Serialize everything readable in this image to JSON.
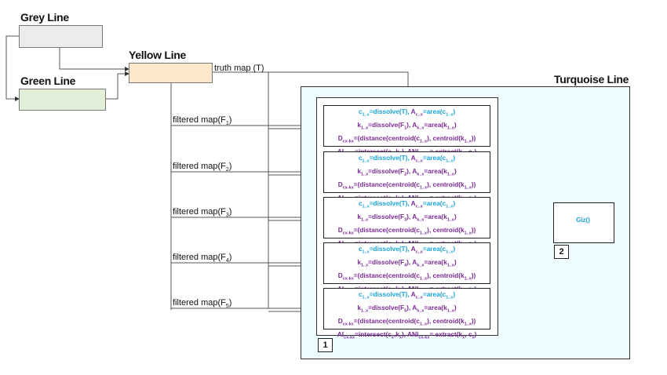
{
  "lanes": {
    "grey": {
      "title": "Grey Line",
      "fill": "#ececec"
    },
    "green": {
      "title": "Green Line",
      "fill": "#e2efd9"
    },
    "yellow": {
      "title": "Yellow Line",
      "fill": "#fde9c9"
    },
    "turquoise": {
      "title": "Turquoise Line",
      "fill": "#eefcff"
    }
  },
  "edges": {
    "truth": "truth map (T)",
    "filtered_prefix": "filtered map(F",
    "filtered_suffix": ")",
    "filtered_index": [
      "1",
      "2",
      "3",
      "4",
      "5"
    ]
  },
  "calc_boxes": [
    {
      "idx": "1"
    },
    {
      "idx": "2"
    },
    {
      "idx": "3"
    },
    {
      "idx": "4"
    },
    {
      "idx": "5"
    }
  ],
  "formula": {
    "l1_a": "c",
    "l1_a_sub": "1..x",
    "l1_b": "=dissolve(T), ",
    "l1_c": "A",
    "l1_c_sub": "c..x",
    "l1_d": "=area(c",
    "l1_d_sub": "1..x",
    "l1_e": ")",
    "l2_a": "k",
    "l2_a_sub": "1..x",
    "l2_b": "=dissolve(F",
    "l2_c": "), ",
    "l2_d": "A",
    "l2_d_sub": "k..x",
    "l2_e": "=area(k",
    "l2_e_sub": "1..x",
    "l2_f": ")",
    "l3_a": "D",
    "l3_a_sub": "cx-kx",
    "l3_b": "=(distance(centroid(c",
    "l3_b_sub": "1..x",
    "l3_c": "), centroid(k",
    "l3_c_sub": "1..x",
    "l3_d": "))",
    "l4_a": "AI",
    "l4_a_sub": "cx-kx",
    "l4_b": "=intersect(c",
    "l4_b_sub": "x",
    "l4_c": ",k",
    "l4_c_sub": "x",
    "l4_d": "), ",
    "l4_e": "ANI",
    "l4_e_sub": "cx-kx",
    "l4_f": "= extract(k",
    "l4_f_sub": "x",
    "l4_g": ", c",
    "l4_g_sub": "x",
    "l4_h": ")"
  },
  "giz": {
    "label": "Giz()"
  },
  "tags": {
    "group": "1",
    "giz": "2"
  },
  "colors": {
    "formula_cyan": "#1aa3d9",
    "formula_purple": "#7a2a94"
  }
}
